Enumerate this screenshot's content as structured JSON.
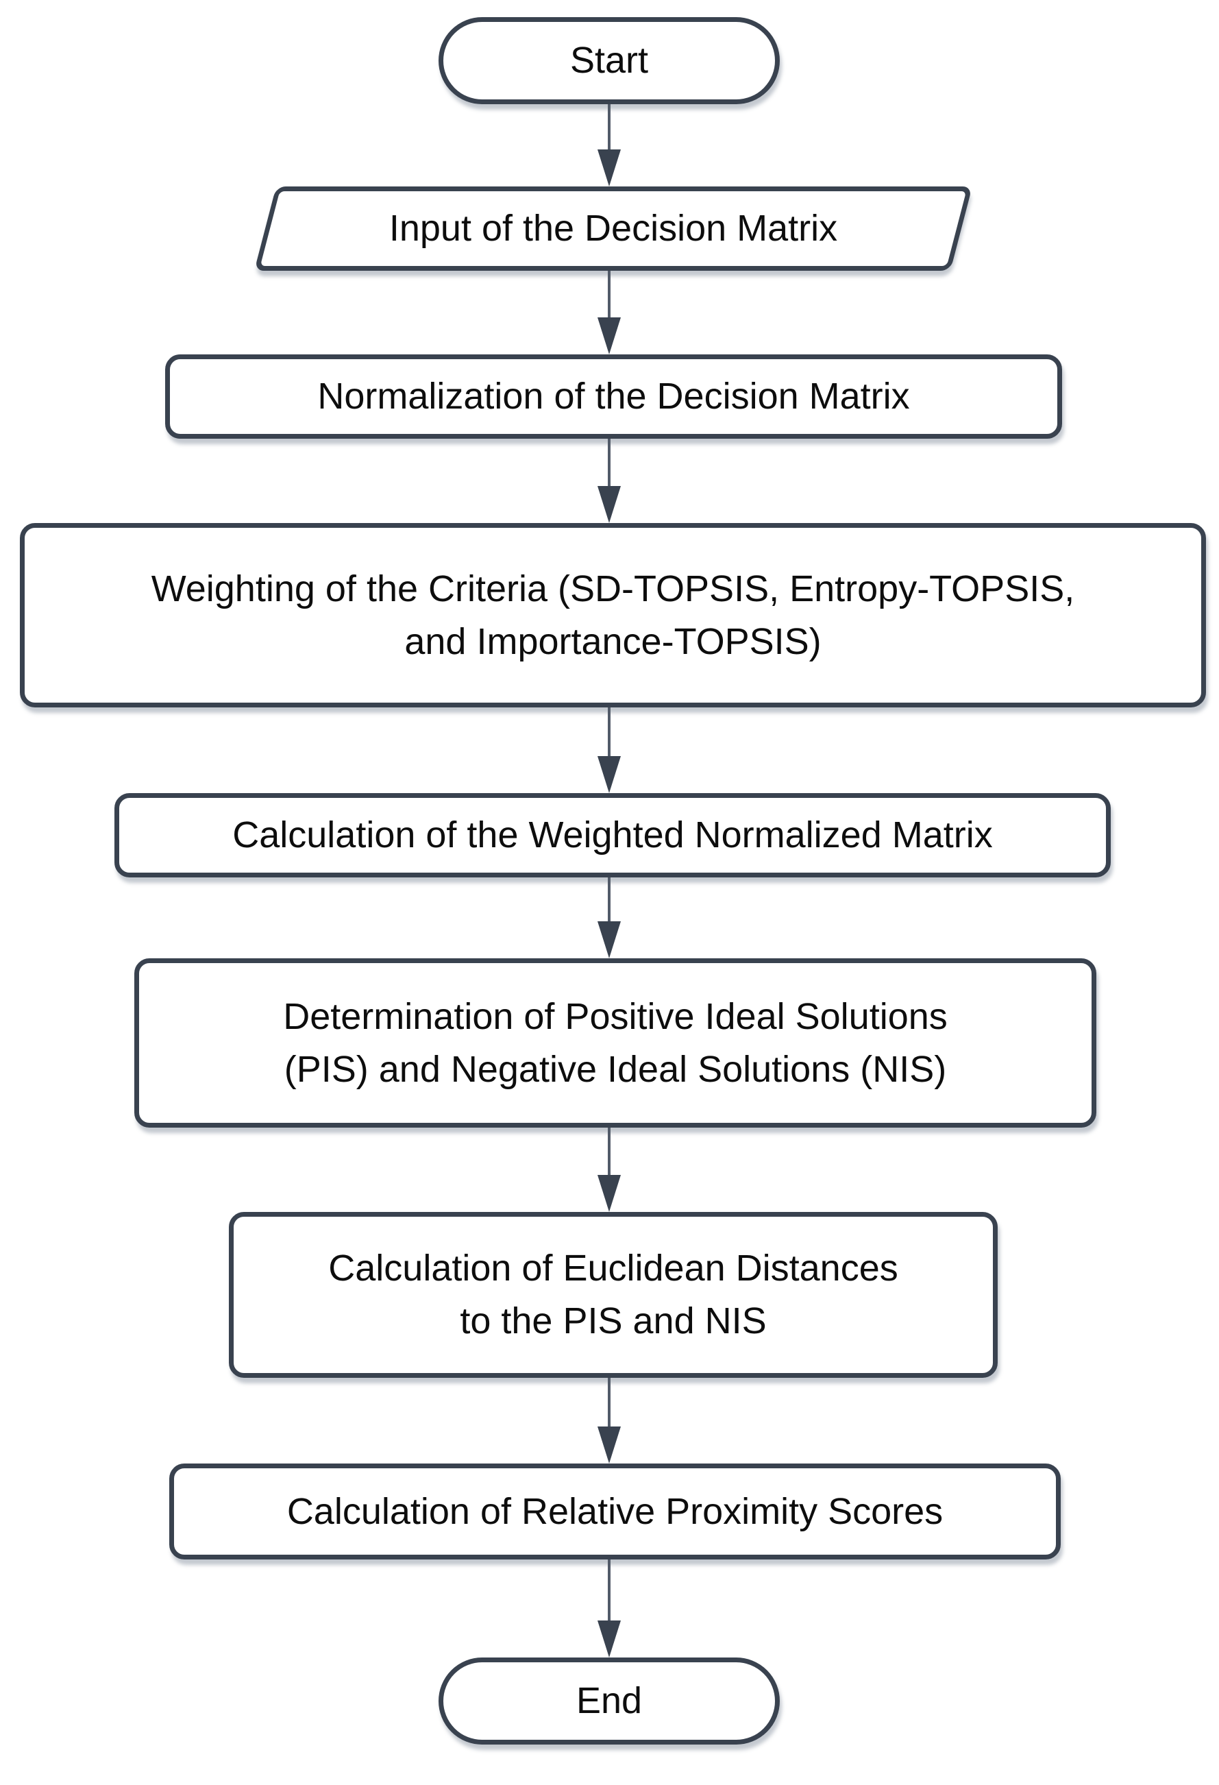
{
  "diagram": {
    "type": "flowchart",
    "direction": "top-down",
    "colors": {
      "shape_border": "#39424F",
      "shape_fill": "#FFFFFF",
      "text": "#0D0D0D",
      "arrow_stem": "#525B69",
      "arrow_head": "#39424F",
      "background": "#FFFFFF"
    },
    "nodes": [
      {
        "id": "start",
        "shape": "terminator",
        "label": "Start"
      },
      {
        "id": "input-decision-matrix",
        "shape": "parallelogram",
        "label": "Input of the Decision Matrix"
      },
      {
        "id": "normalization",
        "shape": "process",
        "label": "Normalization of the Decision Matrix"
      },
      {
        "id": "weighting",
        "shape": "process",
        "label": "Weighting of the Criteria (SD-TOPSIS, Entropy-TOPSIS,\nand Importance-TOPSIS)"
      },
      {
        "id": "weighted-normalized-matrix",
        "shape": "process",
        "label": "Calculation of the Weighted Normalized Matrix"
      },
      {
        "id": "ideal-solutions",
        "shape": "process",
        "label": "Determination of Positive Ideal Solutions\n(PIS) and Negative Ideal Solutions (NIS)"
      },
      {
        "id": "euclidean-distances",
        "shape": "process",
        "label": "Calculation of Euclidean Distances\nto the PIS and NIS"
      },
      {
        "id": "relative-proximity",
        "shape": "process",
        "label": "Calculation of Relative Proximity Scores"
      },
      {
        "id": "end",
        "shape": "terminator",
        "label": "End"
      }
    ],
    "edges": [
      {
        "from": "start",
        "to": "input-decision-matrix"
      },
      {
        "from": "input-decision-matrix",
        "to": "normalization"
      },
      {
        "from": "normalization",
        "to": "weighting"
      },
      {
        "from": "weighting",
        "to": "weighted-normalized-matrix"
      },
      {
        "from": "weighted-normalized-matrix",
        "to": "ideal-solutions"
      },
      {
        "from": "ideal-solutions",
        "to": "euclidean-distances"
      },
      {
        "from": "euclidean-distances",
        "to": "relative-proximity"
      },
      {
        "from": "relative-proximity",
        "to": "end"
      }
    ]
  }
}
